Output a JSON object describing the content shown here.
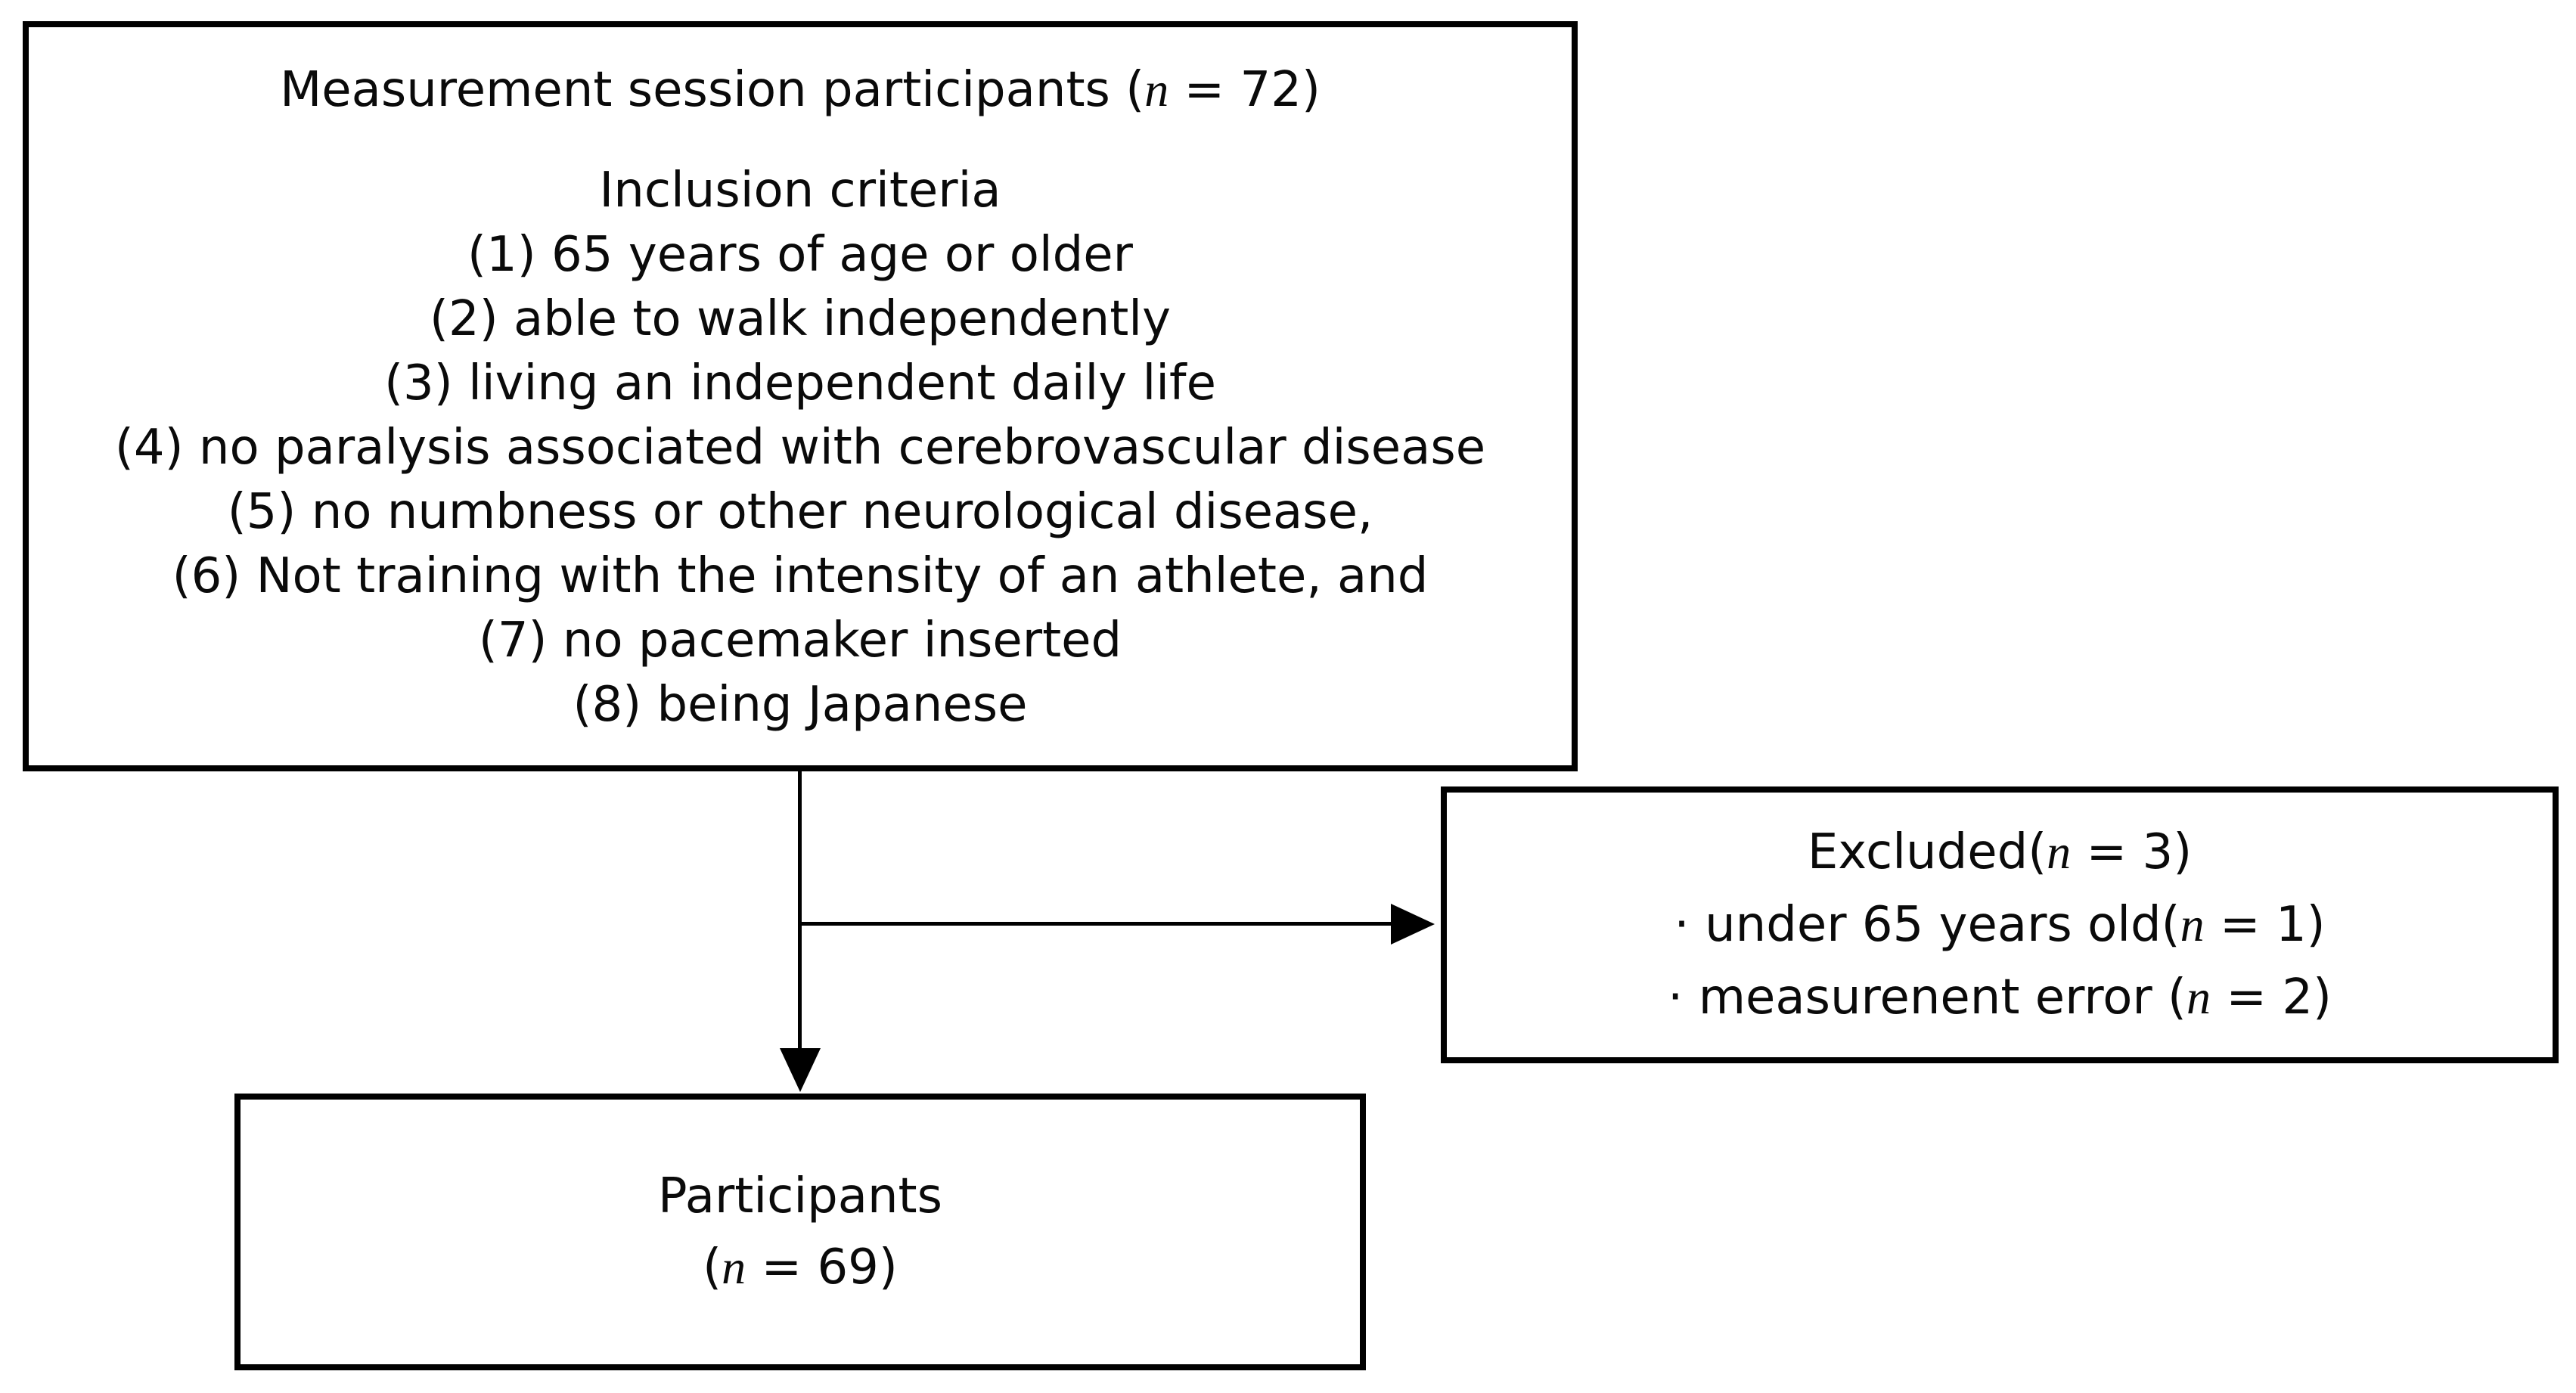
{
  "flowchart": {
    "top_box": {
      "title": "Measurement session participants (n = 72)",
      "criteria_heading": "Inclusion criteria",
      "criteria": [
        "(1) 65 years of age or older",
        "(2) able to walk independently",
        "(3) living an independent daily life",
        "(4) no paralysis associated with cerebrovascular disease",
        "(5) no numbness or other neurological disease,",
        "(6) Not training with the intensity of an athlete, and",
        "(7) no pacemaker inserted",
        "(8) being Japanese"
      ]
    },
    "excluded_box": {
      "title": "Excluded(n = 3)",
      "items": [
        "· under 65 years old(n = 1)",
        "· measurenent error (n = 2)"
      ]
    },
    "participants_box": {
      "line1": "Participants",
      "line2": "(n = 69)"
    },
    "colors": {
      "border": "#000000",
      "background": "#ffffff",
      "text": "#0a0a0a"
    }
  }
}
